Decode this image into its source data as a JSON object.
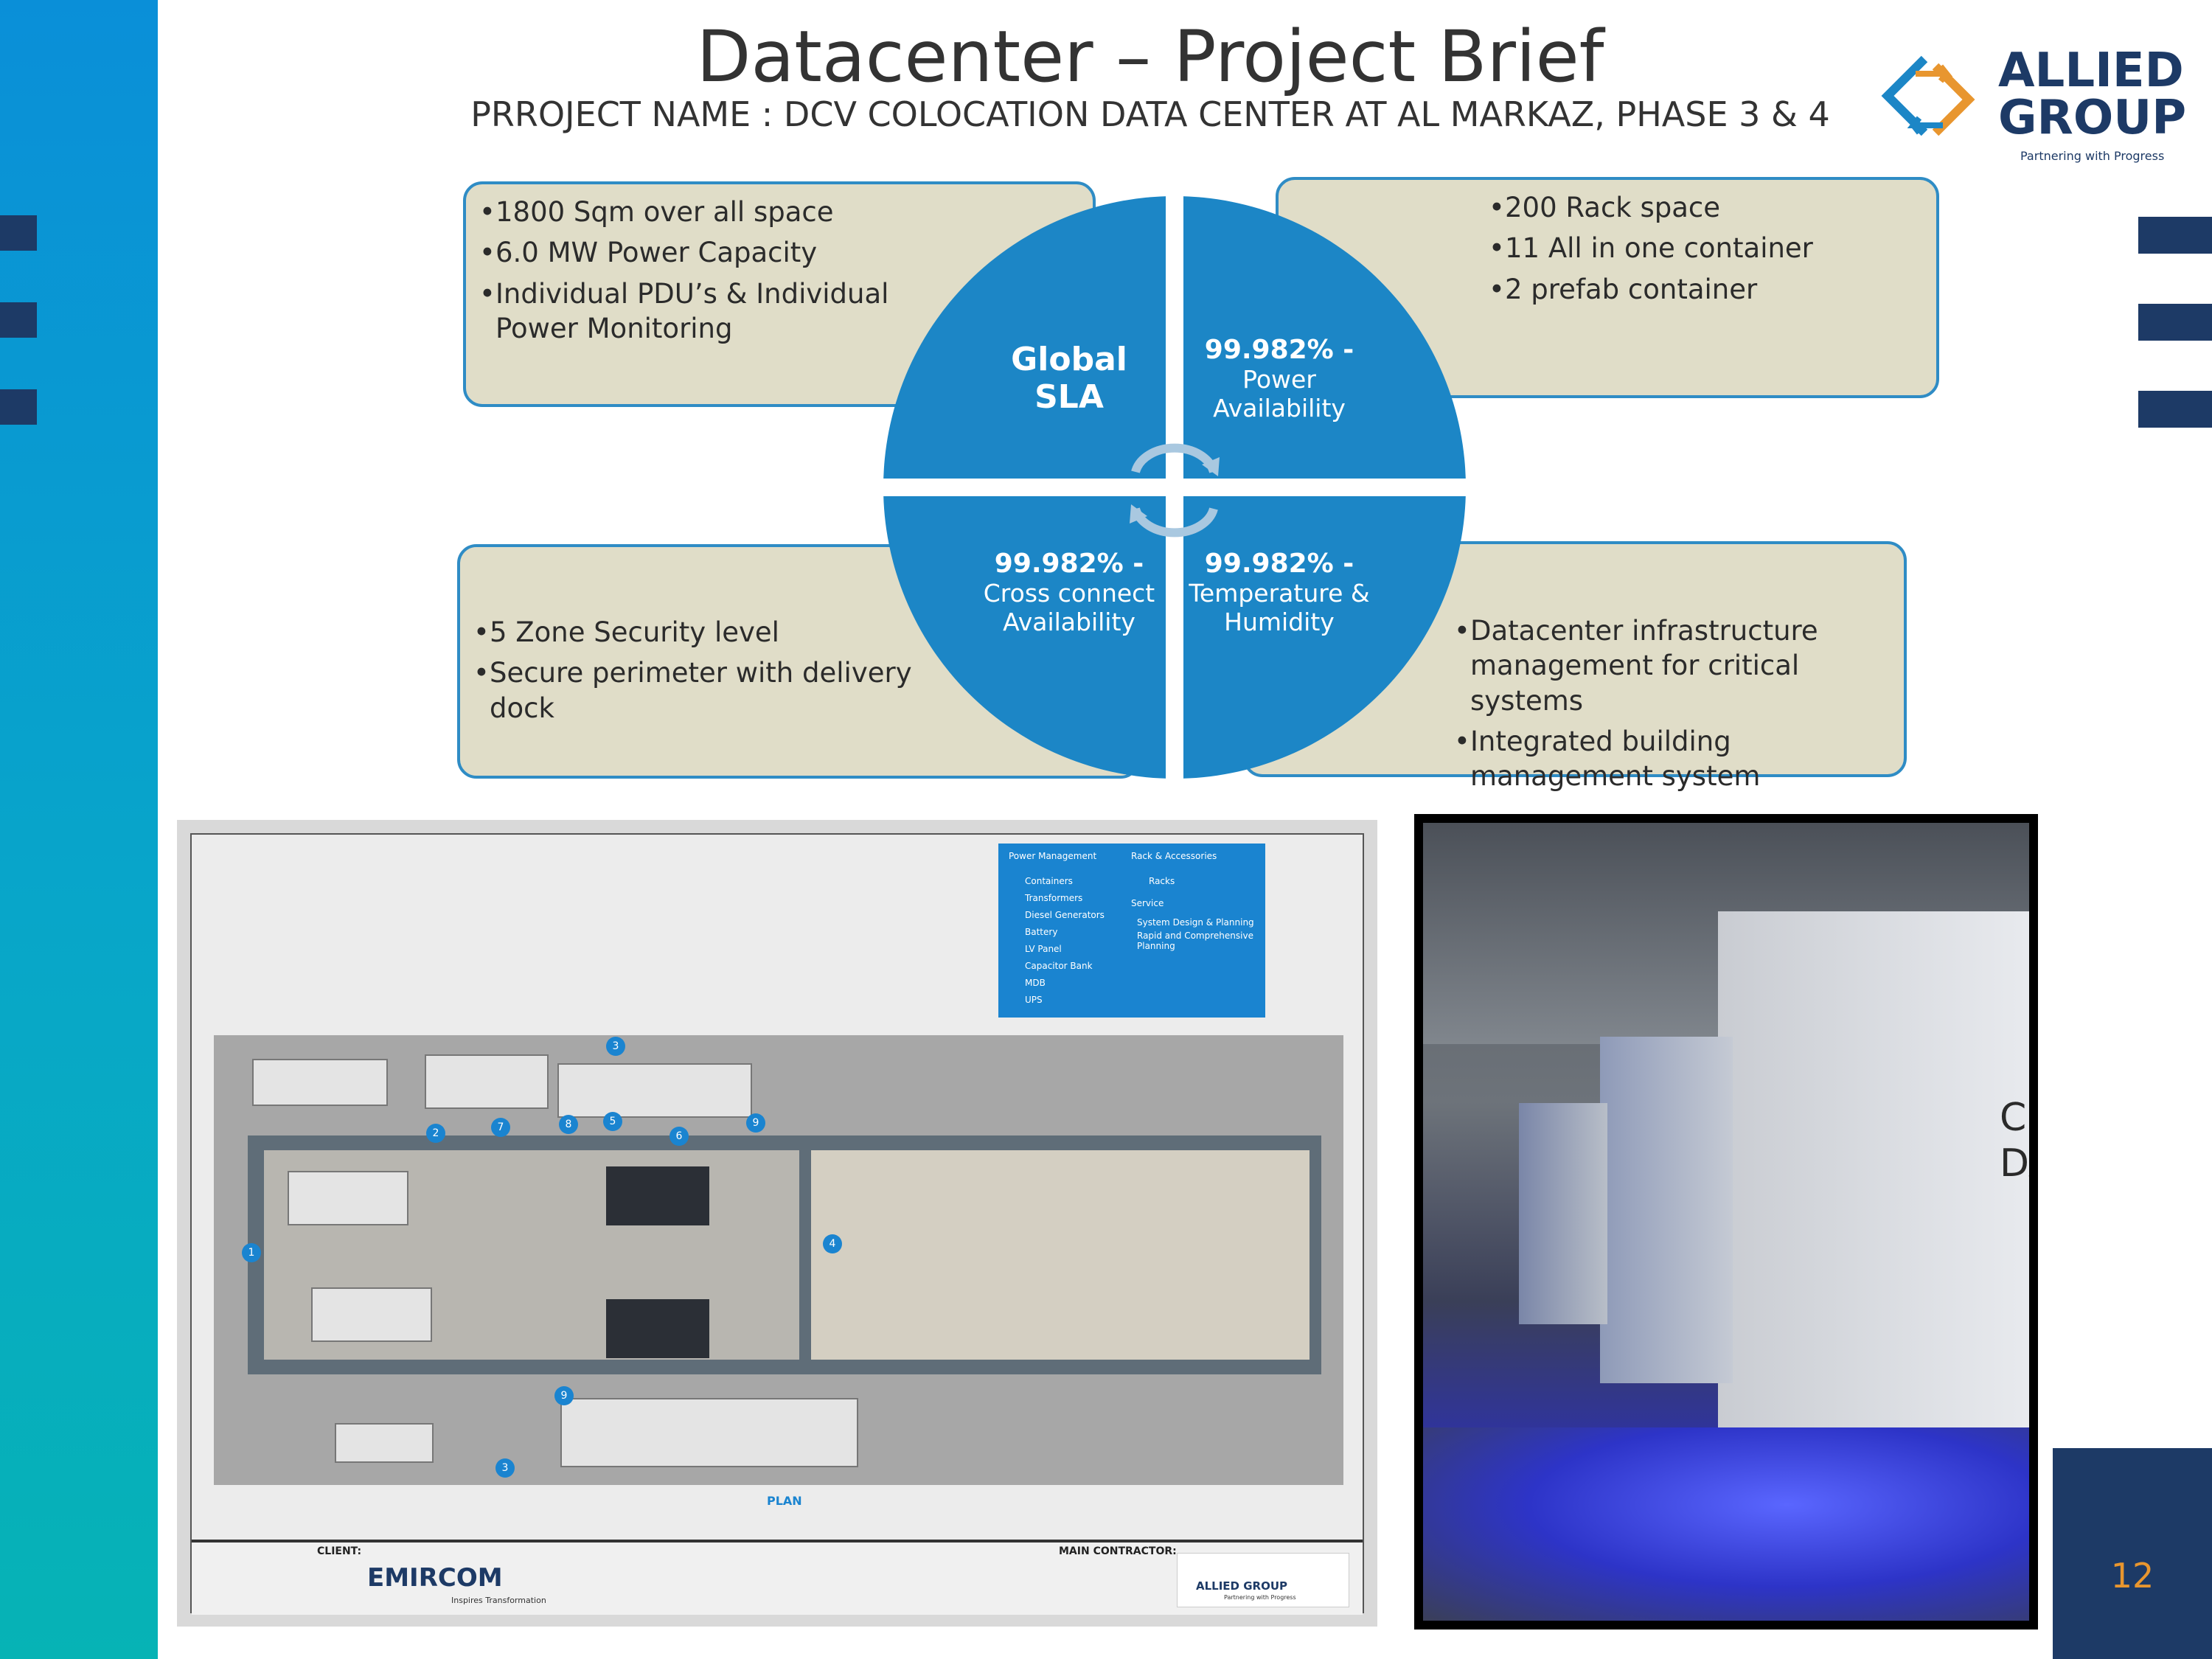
{
  "title": {
    "main": "Datacenter",
    "dash": " – ",
    "accent": "Project Brief"
  },
  "subtitle": "PRROJECT NAME : DCV COLOCATION DATA CENTER AT AL MARKAZ, PHASE 3 & 4",
  "logo": {
    "line1": "ALLIED",
    "line2": "GROUP",
    "tagline": "Partnering with Progress"
  },
  "colors": {
    "accent_blue": "#1c86c6",
    "navy": "#1d3a66",
    "box_fill": "#e0ddc8",
    "box_border": "#2f8cc5",
    "page_number": "#e8962f"
  },
  "boxes": {
    "top_left": [
      "1800 Sqm over all space",
      "6.0 MW Power Capacity",
      "Individual PDU’s & Individual Power Monitoring"
    ],
    "top_right": [
      "200 Rack space",
      "11 All in one container",
      " 2  prefab container"
    ],
    "bottom_left": [
      "5 Zone Security level",
      "Secure perimeter with delivery dock"
    ],
    "bottom_right": [
      "Datacenter infrastructure management for critical systems",
      "Integrated building management system"
    ]
  },
  "sla": {
    "top_left": {
      "line1": "Global",
      "line2": "SLA"
    },
    "top_right": {
      "strong": "99.982% -",
      "line1": "Power",
      "line2": "Availability"
    },
    "bottom_left": {
      "strong": "99.982% -",
      "line1": "Cross connect",
      "line2": "Availability"
    },
    "bottom_right": {
      "strong": "99.982% -",
      "line1": "Temperature &",
      "line2": "Humidity"
    },
    "center_icon": "cycle-arrows-icon"
  },
  "plan": {
    "legend_power_title": "Power Management",
    "legend_power_items": [
      "Containers",
      "Transformers",
      "Diesel Generators",
      "Battery",
      "LV Panel",
      "Capacitor Bank",
      "MDB",
      "UPS"
    ],
    "legend_rack_title": "Rack & Accessories",
    "legend_rack_items": [
      "Racks"
    ],
    "legend_service_title": "Service",
    "legend_service_items": [
      "System Design & Planning",
      "Rapid and Comprehensive Planning"
    ],
    "plan_label": "PLAN",
    "client_label": "CLIENT:",
    "client_name": "EMIRCOM",
    "client_tagline": "Inspires Transformation",
    "contractor_label": "MAIN CONTRACTOR:",
    "contractor_name": "ALLIED GROUP",
    "contractor_tagline": "Partnering with Progress",
    "markers": [
      "1",
      "2",
      "3",
      "4",
      "5",
      "6",
      "7",
      "8",
      "9",
      "3",
      "9"
    ]
  },
  "photo": {
    "wall_text_1": "CL",
    "wall_text_2": "DA"
  },
  "page_number": "12"
}
